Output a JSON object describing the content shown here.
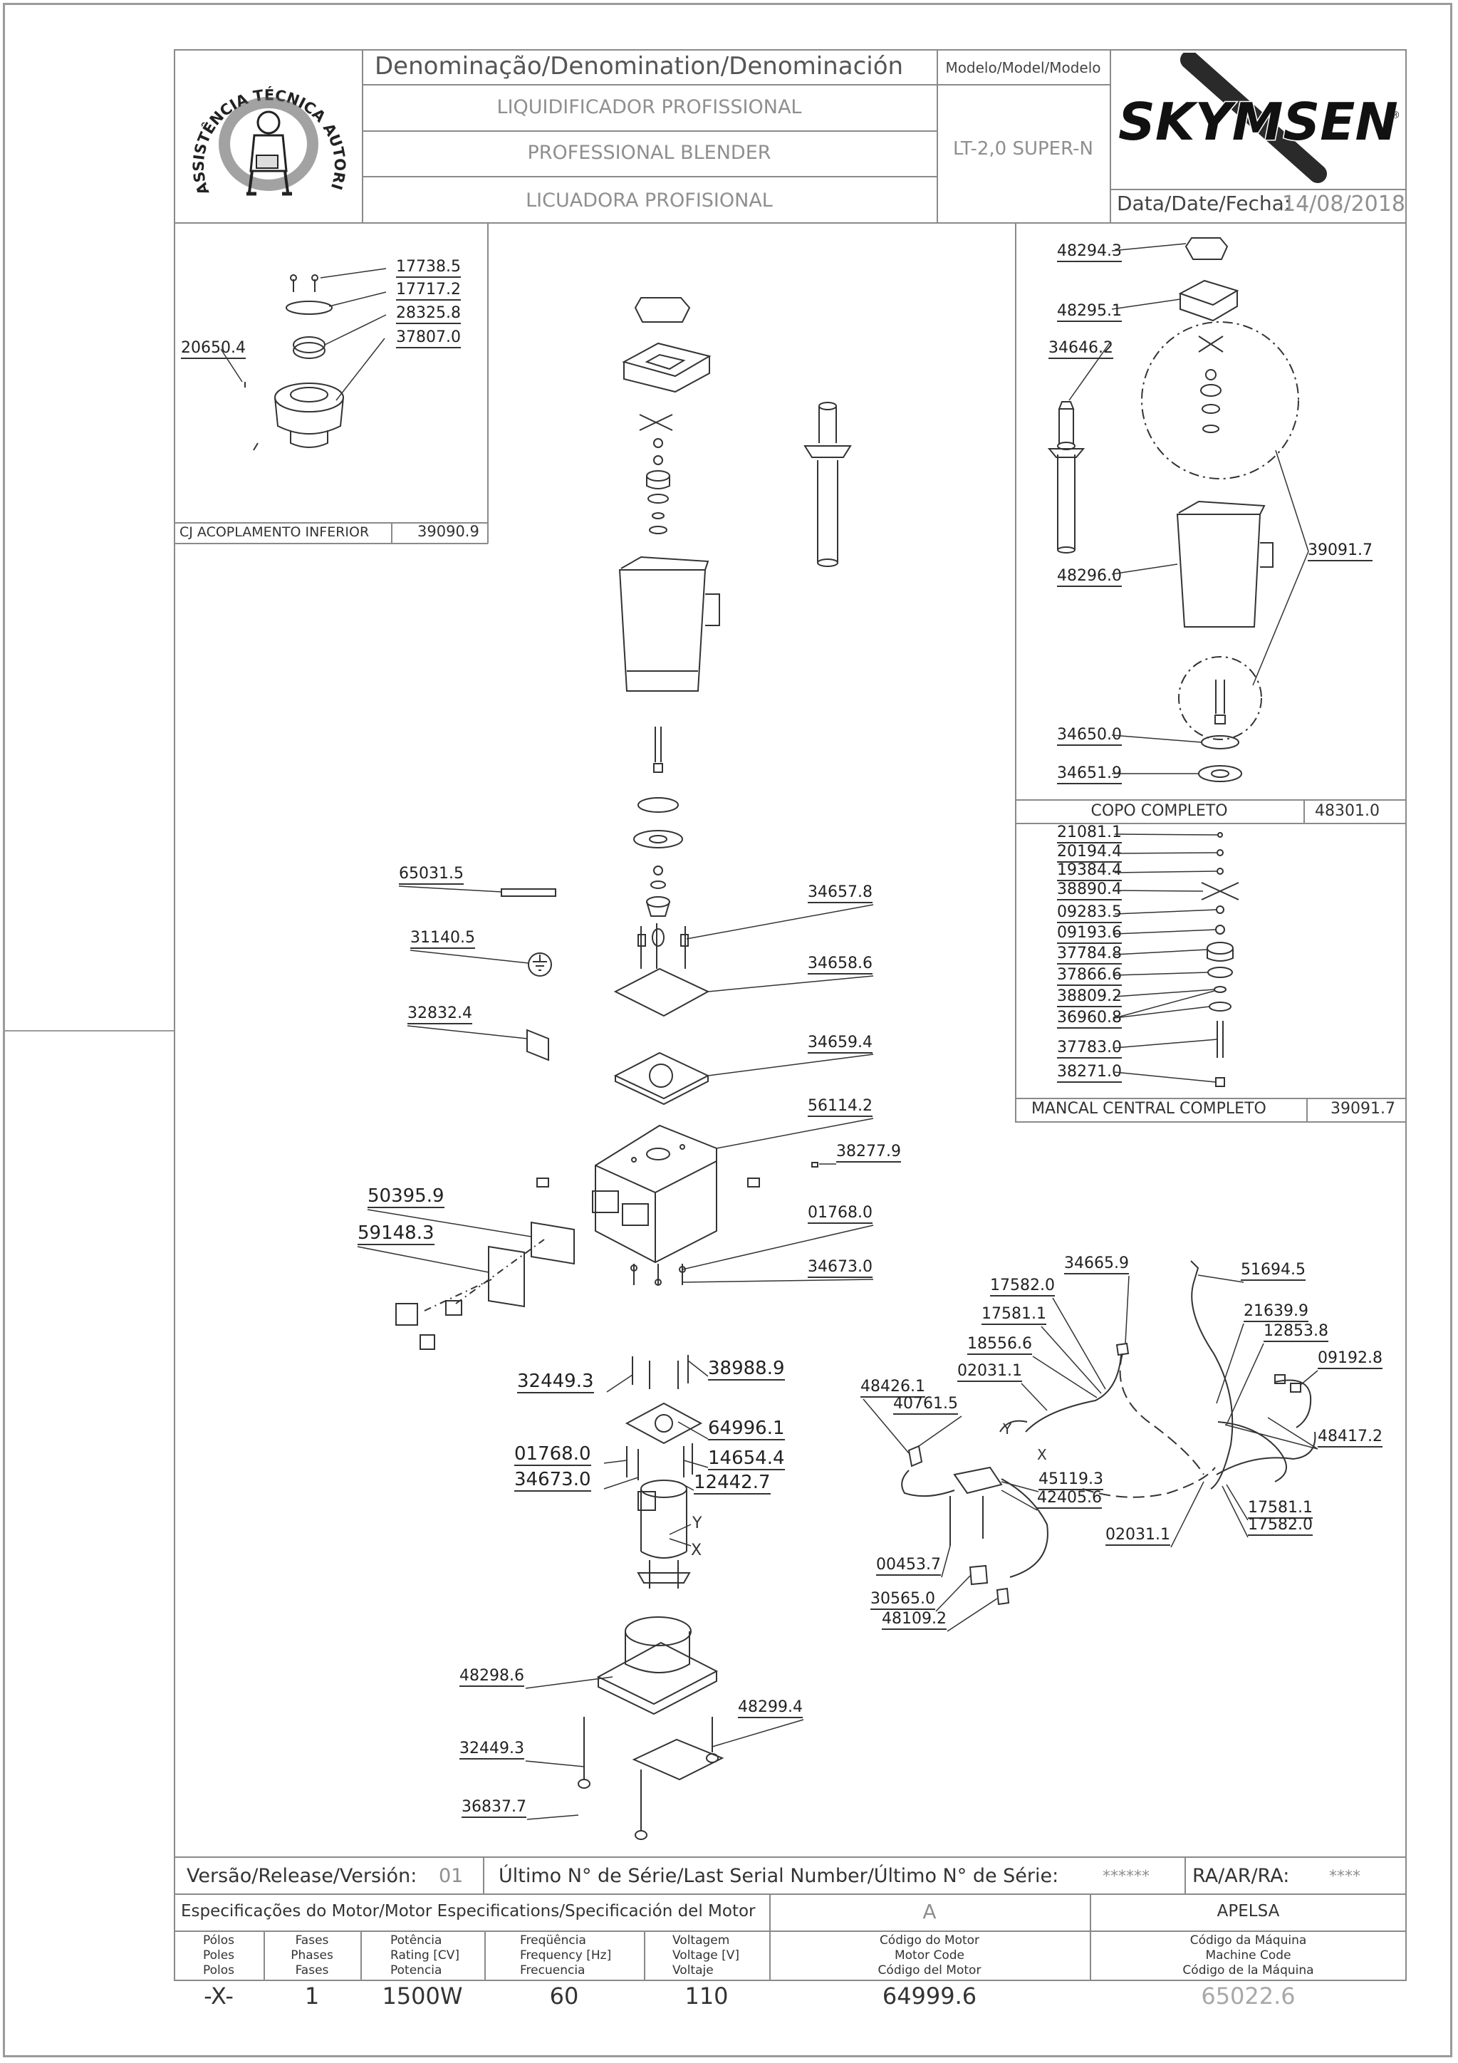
{
  "header": {
    "denomination_title": "Denominação/Denomination/Denominación",
    "name_pt": "LIQUIDIFICADOR PROFISSIONAL",
    "name_en": "PROFESSIONAL BLENDER",
    "name_es": "LICUADORA PROFISIONAL",
    "model_title": "Modelo/Model/Modelo",
    "model_value": "LT-2,0 SUPER-N",
    "brand": "SKYMSEN",
    "date_label": "Data/Date/Fecha:",
    "date_value": "14/08/2018",
    "seal_text": "ASSISTÊNCIA TÉCNICA AUTORIZADA"
  },
  "assemblies": {
    "lower_coupling": {
      "name": "CJ ACOPLAMENTO INFERIOR",
      "code": "39090.9",
      "parts": [
        "17738.5",
        "17717.2",
        "28325.8",
        "20650.4",
        "37807.0"
      ]
    },
    "complete_cup": {
      "name": "COPO COMPLETO",
      "code": "48301.0",
      "parts": [
        "48294.3",
        "48295.1",
        "34646.2",
        "48296.0",
        "39091.7",
        "34650.0",
        "34651.9"
      ]
    },
    "central_bearing": {
      "name": "MANCAL CENTRAL COMPLETO",
      "code": "39091.7",
      "parts": [
        "21081.1",
        "20194.4",
        "19384.4",
        "38890.4",
        "09283.5",
        "09193.6",
        "37784.8",
        "37866.6",
        "38809.2",
        "36960.8",
        "37783.0",
        "38271.0"
      ]
    }
  },
  "main_parts": {
    "label_plate": "65031.5",
    "ground_symbol": "31140.5",
    "sticker": "32832.4",
    "coupling": "34657.8",
    "plate_top": "34658.6",
    "plate_mid": "34659.4",
    "housing": "56114.2",
    "foot": "38277.9",
    "bezel": "50395.9",
    "panel": "59148.3",
    "nut": "01768.0",
    "washer": "34673.0",
    "screw_motor": "32449.3",
    "screw_top": "38988.9",
    "motor_plate": "64996.1",
    "nut_motor": "01768.0",
    "washer_motor": "34673.0",
    "spacer": "14654.4",
    "bushing": "12442.7",
    "base": "48298.6",
    "base_cover": "48299.4",
    "screw_base": "32449.3",
    "foot_base": "36837.7"
  },
  "wiring_parts": {
    "a": "34665.9",
    "b": "17582.0",
    "c": "17581.1",
    "d": "18556.6",
    "e": "02031.1",
    "f": "48426.1",
    "g": "40761.5",
    "h": "51694.5",
    "i": "21639.9",
    "j": "12853.8",
    "k": "09192.8",
    "l": "48417.2",
    "m": "45119.3",
    "n": "42405.6",
    "o": "17581.1",
    "p": "17582.0",
    "q": "02031.1",
    "r": "00453.7",
    "s": "30565.0",
    "t": "48109.2",
    "wire_y": "Y",
    "wire_x": "X",
    "motor_y": "Y",
    "motor_x": "X"
  },
  "footer": {
    "release_label": "Versão/Release/Versión:",
    "release_value": "01",
    "serial_label": "Último N° de Série/Last Serial Number/Último N° de Série:",
    "serial_value": "******",
    "ra_label": "RA/AR/RA:",
    "ra_value": "****",
    "motor_spec_title": "Especificações do Motor/Motor Especifications/Specificación del Motor",
    "motor_manufacturer_code": "A",
    "machine_manufacturer": "APELSA",
    "col_poles": [
      "Pólos",
      "Poles",
      "Polos"
    ],
    "col_phases": [
      "Fases",
      "Phases",
      "Fases"
    ],
    "col_power": [
      "Potência",
      "Rating [CV]",
      "Potencia"
    ],
    "col_frequency": [
      "Freqüência",
      "Frequency [Hz]",
      "Frecuencia"
    ],
    "col_voltage": [
      "Voltagem",
      "Voltage [V]",
      "Voltaje"
    ],
    "col_motor_code": [
      "Código do Motor",
      "Motor Code",
      "Código del Motor"
    ],
    "col_machine_code": [
      "Código da Máquina",
      "Machine Code",
      "Código de la Máquina"
    ],
    "val_poles": "-X-",
    "val_phases": "1",
    "val_power": "1500W",
    "val_frequency": "60",
    "val_voltage": "110",
    "val_motor_code": "64999.6",
    "val_machine_code": "65022.6"
  }
}
